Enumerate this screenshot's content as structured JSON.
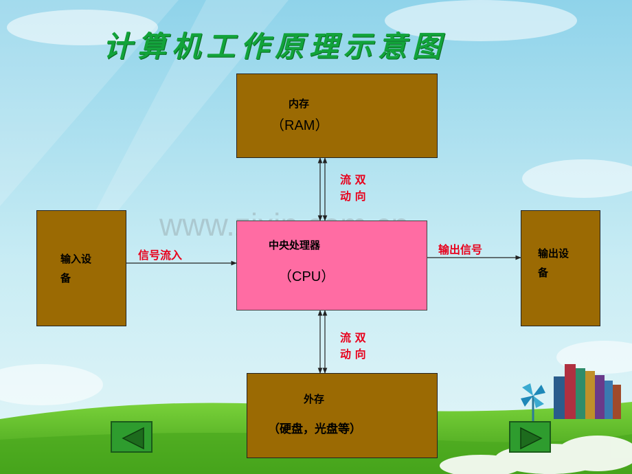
{
  "title": "计算机工作原理示意图",
  "watermark": "www.zixin.com.cn",
  "ram": {
    "line1": "内存",
    "line2": "（RAM）"
  },
  "cpu": {
    "line1": "中央处理器",
    "line2": "（CPU）"
  },
  "storage": {
    "line1": "外存",
    "line2": "（硬盘，光盘等）"
  },
  "input": {
    "line1": "输入设",
    "line2": "备"
  },
  "output": {
    "line1": "输出设",
    "line2": "备"
  },
  "edges": {
    "top_a": "流 双",
    "top_b": "动 向",
    "bottom_a": "流 双",
    "bottom_b": "动 向",
    "in_signal": "信号流入",
    "out_signal": "输出信号"
  },
  "nav": {
    "prev_icon": "triangle-left-icon",
    "next_icon": "triangle-right-icon"
  },
  "colors": {
    "box_fill": "#9b6a03",
    "cpu_fill": "#ff6ca3",
    "edge_text": "#e8001c",
    "title": "#12a33a",
    "nav": "#2e9c2e"
  }
}
